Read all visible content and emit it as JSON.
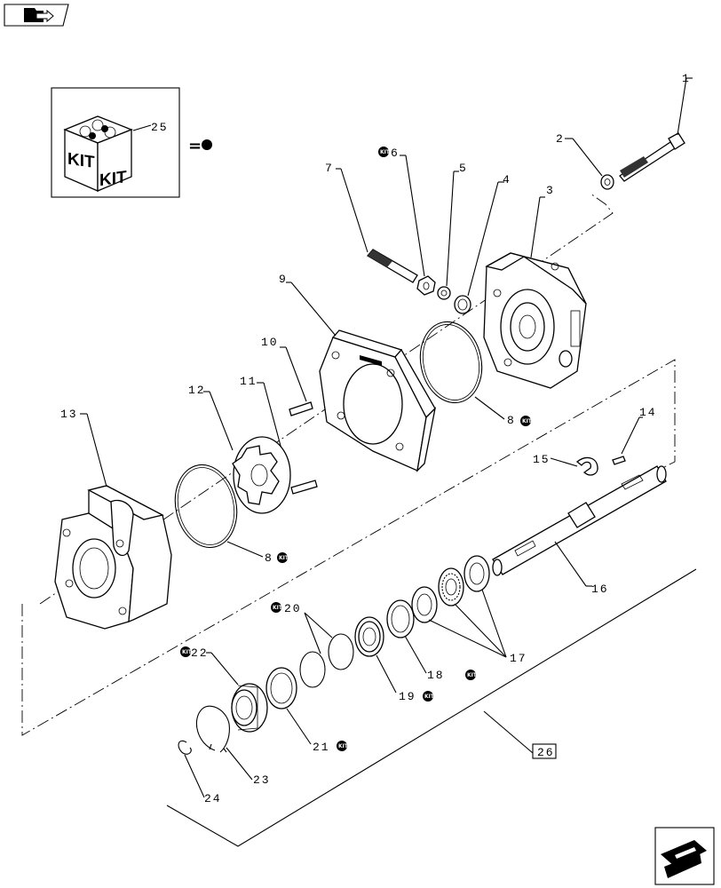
{
  "kit": {
    "label_left": "KIT",
    "label_right": "KIT",
    "number": "25",
    "equals": "="
  },
  "callouts": {
    "p1": "1",
    "p2": "2",
    "p3": "3",
    "p4": "4",
    "p5": "5",
    "p6": "6",
    "p7": "7",
    "p8a": "8",
    "p8b": "8",
    "p9": "9",
    "p10": "10",
    "p11": "11",
    "p12": "12",
    "p13": "13",
    "p14": "14",
    "p15": "15",
    "p16": "16",
    "p17": "17",
    "p18": "18",
    "p19": "19",
    "p20": "20",
    "p21": "21",
    "p22": "22",
    "p23": "23",
    "p24": "24",
    "p26": "26"
  },
  "kit_marker_text": "KIT",
  "nav": {
    "top_icon": "book-arrow-icon",
    "bottom_icon": "next-page-arrow-icon"
  }
}
